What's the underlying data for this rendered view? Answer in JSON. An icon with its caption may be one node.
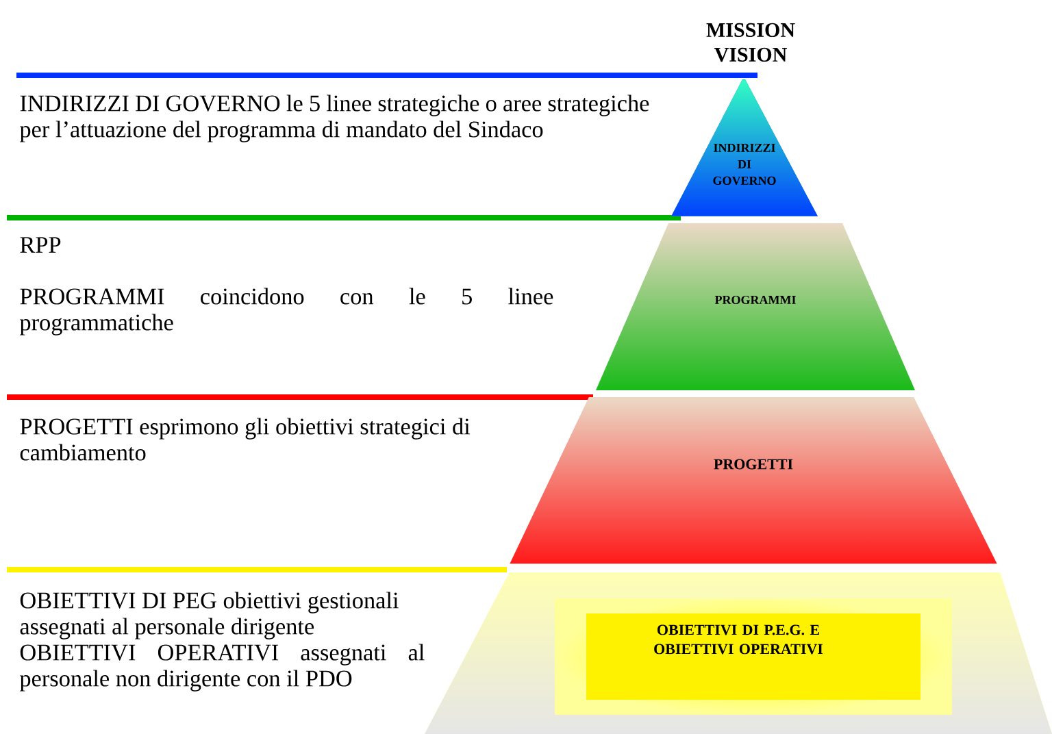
{
  "diagram": {
    "title": "MISSION VISION",
    "nodes": [
      {
        "text": [
          "INDIRIZZI DI GOVERNO"
        ]
      },
      {
        "text": [
          "PROGRAMMI"
        ]
      },
      {
        "text": [
          "PROGETTI"
        ]
      },
      {
        "text": [
          "OBIETTIVI DI P.E.G. E OBIETTIVI OPERATIVI"
        ]
      }
    ],
    "labels": [
      "INDIRIZZI DI GOVERNO le 5 linee strategiche o aree strategiche per l’attuazione del programma di mandato del Sindaco",
      "RPP",
      "PROGRAMMI coincidono con le 5 linee programmatiche",
      "PROGETTI esprimono gli obiettivi strategici di cambiamento",
      "OBIETTIVI DI PEG obiettivi gestionali assegnati al personale dirigente",
      "OBIETTIVI OPERATIVI assegnati al personale non dirigente con il PDO"
    ]
  }
}
